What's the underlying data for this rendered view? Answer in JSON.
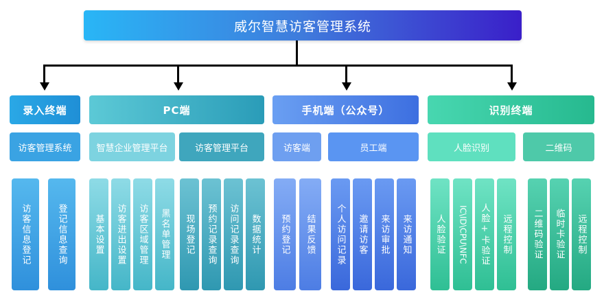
{
  "title": "威尔智慧访客管理系统",
  "columns": [
    {
      "header": "录入终端",
      "subs": [
        "访客管理系统"
      ],
      "leaves": [
        "访客信息登记",
        "登记信息查询"
      ]
    },
    {
      "header": "PC端",
      "subs": [
        "智慧企业管理平台",
        "访客管理平台"
      ],
      "leaves": [
        "基本设置",
        "访客进出设置",
        "访客区域管理",
        "黑名单管理",
        "现场登记",
        "预约记录查询",
        "访问记录查询",
        "数据统计"
      ]
    },
    {
      "header": "手机端（公众号）",
      "subs": [
        "访客端",
        "员工端"
      ],
      "leaves": [
        "预约登记",
        "结果反馈",
        "个人访问记录",
        "邀请访客",
        "来访审批",
        "来访通知"
      ]
    },
    {
      "header": "识别终端",
      "subs": [
        "人脸识别",
        "二维码"
      ],
      "leaves": [
        "人脸验证",
        "IC\\ID\\CPU\\NFC",
        "人脸+卡验证",
        "远程控制",
        "二维码验证",
        "临时卡验证",
        "远程控制"
      ]
    }
  ]
}
